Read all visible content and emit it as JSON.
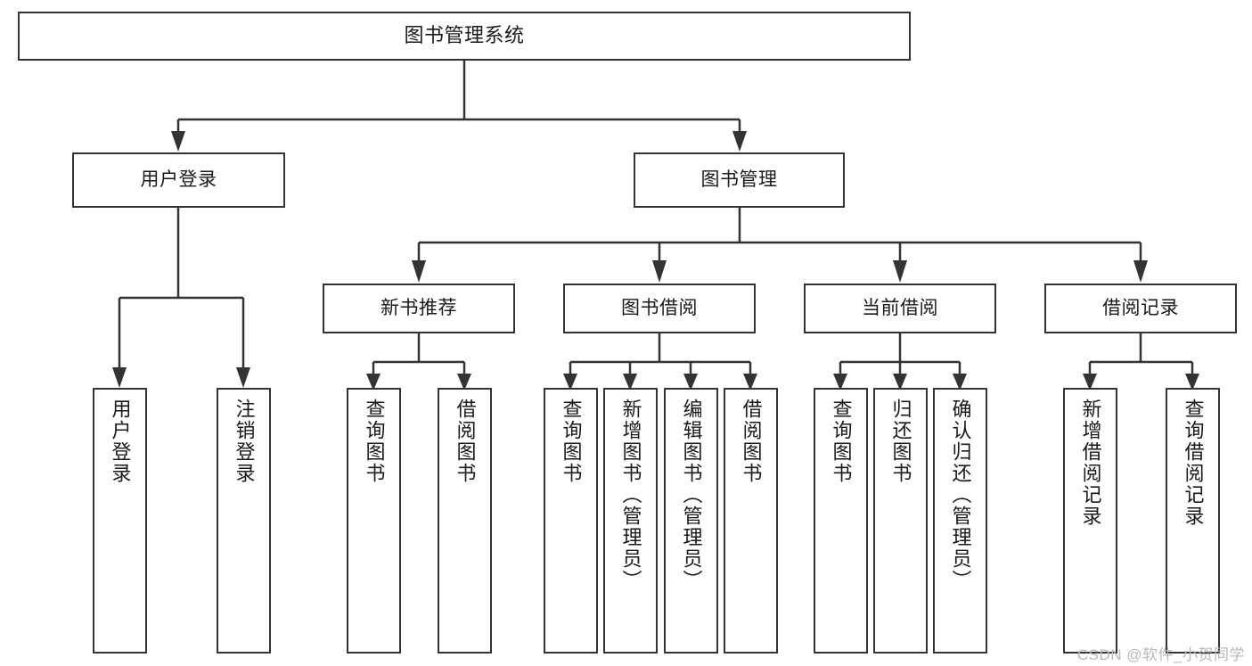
{
  "diagram": {
    "title": "图书管理系统",
    "type": "tree-hierarchy",
    "watermark": "CSDN @软件_小贺同学",
    "colors": {
      "box_border": "#333333",
      "box_fill": "#ffffff",
      "edge": "#333333",
      "text": "#1a1a1a",
      "watermark": "#b9b9b9"
    },
    "nodes": {
      "root": {
        "label": "图书管理系统"
      },
      "level2": [
        {
          "id": "user-login",
          "label": "用户登录"
        },
        {
          "id": "book-manage",
          "label": "图书管理"
        }
      ],
      "level3": [
        {
          "id": "new-book-recommend",
          "label": "新书推荐"
        },
        {
          "id": "book-borrow",
          "label": "图书借阅"
        },
        {
          "id": "current-borrow",
          "label": "当前借阅"
        },
        {
          "id": "borrow-record",
          "label": "借阅记录"
        }
      ],
      "leaves": {
        "user-login": [
          {
            "id": "leaf-user-login",
            "label": "用户登录"
          },
          {
            "id": "leaf-logout",
            "label": "注销登录"
          }
        ],
        "new-book-recommend": [
          {
            "id": "leaf-query-book-1",
            "label": "查询图书"
          },
          {
            "id": "leaf-borrow-book-1",
            "label": "借阅图书"
          }
        ],
        "book-borrow": [
          {
            "id": "leaf-query-book-2",
            "label": "查询图书"
          },
          {
            "id": "leaf-add-book",
            "label": "新增图书（管理员）"
          },
          {
            "id": "leaf-edit-book",
            "label": "编辑图书（管理员）"
          },
          {
            "id": "leaf-borrow-book-2",
            "label": "借阅图书"
          }
        ],
        "current-borrow": [
          {
            "id": "leaf-query-book-3",
            "label": "查询图书"
          },
          {
            "id": "leaf-return-book",
            "label": "归还图书"
          },
          {
            "id": "leaf-confirm-return",
            "label": "确认归还（管理员）"
          }
        ],
        "borrow-record": [
          {
            "id": "leaf-add-record",
            "label": "新增借阅记录"
          },
          {
            "id": "leaf-query-record",
            "label": "查询借阅记录"
          }
        ]
      }
    }
  }
}
